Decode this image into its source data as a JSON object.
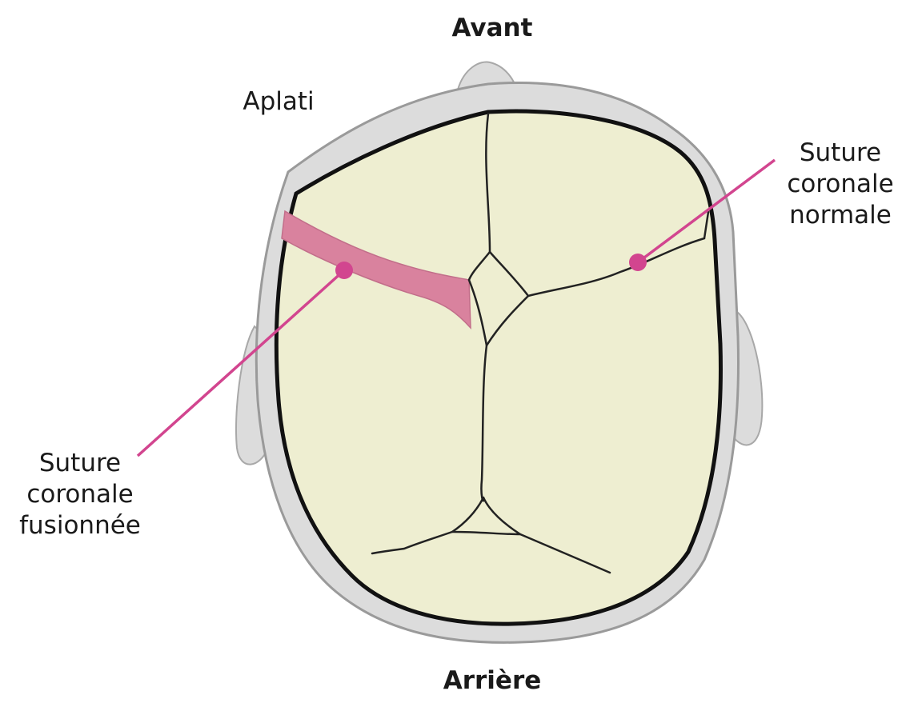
{
  "labels": {
    "front": "Avant",
    "back": "Arrière",
    "flattened": "Aplati",
    "normal_suture": [
      "Suture",
      "coronale",
      "normale"
    ],
    "fused_suture": [
      "Suture",
      "coronale",
      "fusionnée"
    ]
  },
  "colors": {
    "skull_fill": "#eeeed1",
    "scalp_fill": "#dcdcdc",
    "scalp_stroke": "#9a9a9a",
    "outline": "#111111",
    "suture_line": "#222222",
    "fused_band": "#d9829e",
    "pointer": "#d2458f"
  }
}
